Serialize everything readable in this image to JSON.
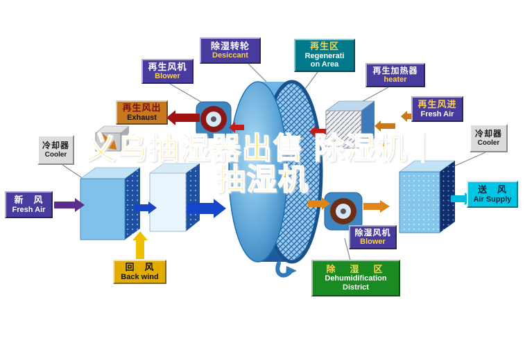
{
  "watermark": {
    "line1": "义乌抽湿器出售 除湿机｜",
    "line2": "抽湿机"
  },
  "labels": {
    "desiccant": {
      "zh": "除湿转轮",
      "en": "Desiccant"
    },
    "regeneration_area": {
      "zh": "再生区",
      "en1": "Regenerati",
      "en2": "on Area"
    },
    "regen_blower": {
      "zh": "再生风机",
      "en": "Blower"
    },
    "regen_heater": {
      "zh": "再生加热器",
      "en": "heater"
    },
    "exhaust": {
      "zh": "再生风出",
      "en": "Exhaust"
    },
    "regen_fresh_air": {
      "zh": "再生风进",
      "en": "Fresh Air"
    },
    "cooler_left": {
      "zh": "冷却器",
      "en": "Cooler"
    },
    "cooler_right": {
      "zh": "冷却器",
      "en": "Cooler"
    },
    "fresh_air": {
      "zh": "新　风",
      "en": "Fresh Air"
    },
    "back_wind": {
      "zh": "回　风",
      "en": "Back wind"
    },
    "air_supply": {
      "zh": "送　风",
      "en": "Air Supply"
    },
    "dehumid_blower": {
      "zh": "除湿风机",
      "en": "Blower"
    },
    "dehumid_district": {
      "zh": "除　湿　区",
      "en1": "Dehumidification",
      "en2": "District"
    }
  },
  "icons": {
    "rotation_indicator": "curved-rotation-arrow"
  },
  "colors": {
    "label_purple": "#473B9E",
    "label_teal": "#00798A",
    "label_orange": "#C8791E",
    "label_gray": "#DCDCDC",
    "label_gold": "#E2AC00",
    "label_cyan": "#00C6E6",
    "label_green": "#1A8A22",
    "watermark_yellow": "#F0BE00",
    "rotor_blue": "#3E8CC8",
    "arrow_red": "#C41A1A",
    "arrow_dark_red": "#A01212",
    "arrow_orange": "#E08518",
    "arrow_blue": "#1545C8",
    "arrow_purple": "#5B2D8E",
    "arrow_cyan": "#00BCE0",
    "arrow_yellow": "#F0C000"
  }
}
